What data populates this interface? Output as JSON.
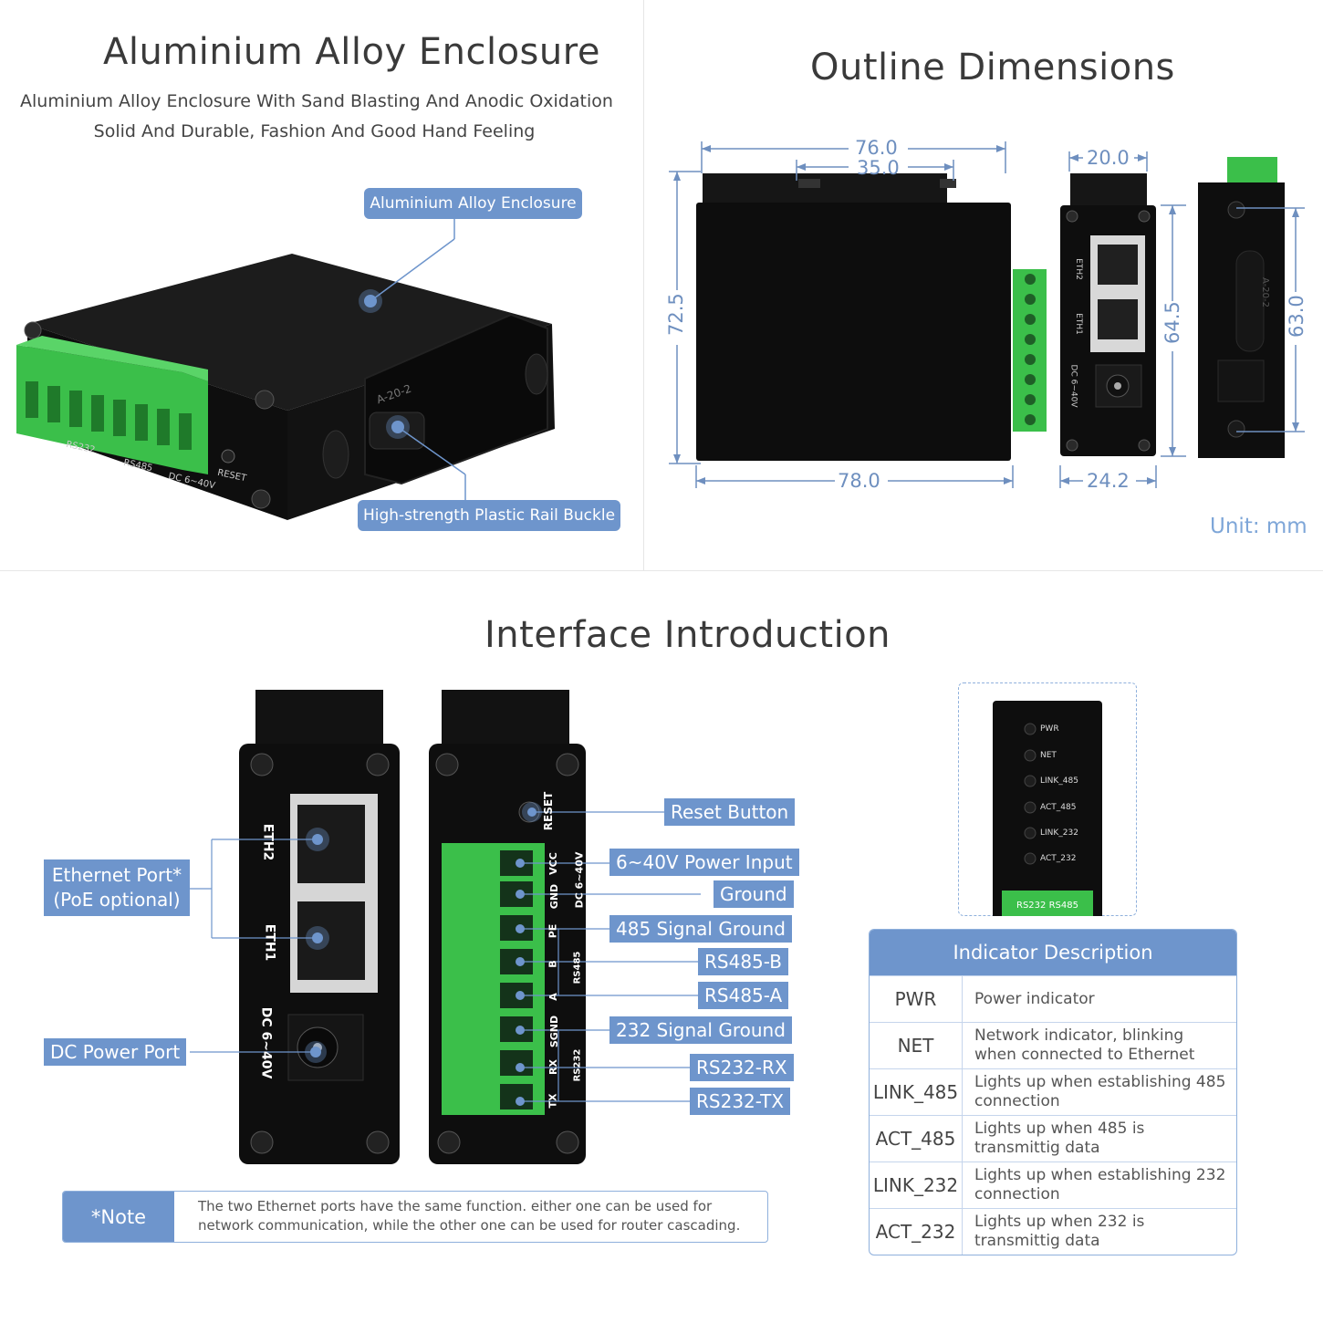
{
  "enclosure": {
    "title": "Aluminium Alloy Enclosure",
    "subtitle_1": "Aluminium Alloy Enclosure With Sand Blasting And Anodic Oxidation",
    "subtitle_2": "Solid And Durable, Fashion And Good Hand Feeling",
    "callout_enclosure": "Aluminium Alloy Enclosure",
    "callout_buckle": "High-strength Plastic Rail Buckle",
    "device_labels": {
      "rs232": "RS232",
      "rs485": "RS485",
      "dc": "DC 6~40V",
      "reset": "RESET",
      "rail": "A-20-2"
    }
  },
  "dimensions": {
    "title": "Outline Dimensions",
    "unit": "Unit: mm",
    "top_76": "76.0",
    "top_35": "35.0",
    "left_72": "72.5",
    "bottom_78": "78.0",
    "side_20": "20.0",
    "side_64": "64.5",
    "side_24": "24.2",
    "rear_63": "63.0",
    "side_labels": {
      "eth2": "ETH2",
      "eth1": "ETH1",
      "dc": "DC 6~40V",
      "rail": "A-20-2"
    }
  },
  "interface": {
    "title": "Interface Introduction",
    "left_labels": {
      "ethernet_1": "Ethernet Port*",
      "ethernet_2": "(PoE optional)",
      "dc_power": "DC Power Port"
    },
    "panel_labels": {
      "eth2": "ETH2",
      "eth1": "ETH1",
      "dc": "DC 6~40V",
      "reset": "RESET",
      "vcc": "VCC",
      "gnd": "GND",
      "pe": "PE",
      "b": "B",
      "a": "A",
      "sgnd": "SGND",
      "rx": "RX",
      "tx": "TX",
      "rs485": "RS485",
      "rs232": "RS232",
      "power": "DC 6~40V"
    },
    "right_tags": {
      "reset": "Reset Button",
      "power": "6~40V Power Input",
      "ground": "Ground",
      "sig485": "485 Signal Ground",
      "rs485b": "RS485-B",
      "rs485a": "RS485-A",
      "sig232": "232 Signal Ground",
      "rx": "RS232-RX",
      "tx": "RS232-TX"
    },
    "leds": [
      "PWR",
      "NET",
      "LINK_485",
      "ACT_485",
      "LINK_232",
      "ACT_232"
    ],
    "led_strip": "RS232 RS485",
    "note_key": "*Note",
    "note_text": "The two Ethernet ports have the same function. either one can be used for network communication, while the other one can be used for router cascading."
  },
  "indicator_table": {
    "title": "Indicator Description",
    "rows": [
      {
        "name": "PWR",
        "desc": "Power indicator"
      },
      {
        "name": "NET",
        "desc": "Network indicator, blinking when connected to Ethernet"
      },
      {
        "name": "LINK_485",
        "desc": "Lights up when establishing 485 connection"
      },
      {
        "name": "ACT_485",
        "desc": "Lights up when 485 is transmittig data"
      },
      {
        "name": "LINK_232",
        "desc": "Lights up when establishing 232 connection"
      },
      {
        "name": "ACT_232",
        "desc": "Lights up when 232 is transmittig data"
      }
    ]
  },
  "colors": {
    "accent": "#6e95cc",
    "dim": "#6e8fbf",
    "terminal": "#3bbf4a",
    "device": "#141414"
  }
}
